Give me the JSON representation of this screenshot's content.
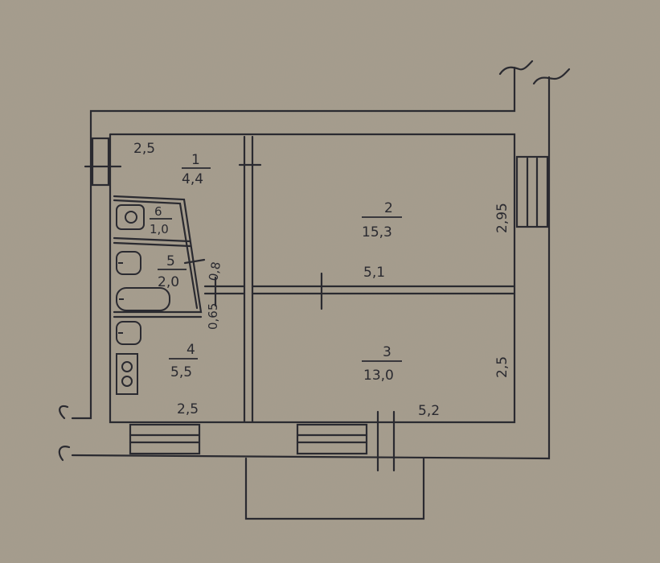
{
  "colors": {
    "paper": "#a59c8d",
    "ink": "#2a2a30"
  },
  "rooms": [
    {
      "number": "1",
      "area": "4,4"
    },
    {
      "number": "2",
      "area": "15,3"
    },
    {
      "number": "3",
      "area": "13,0"
    },
    {
      "number": "4",
      "area": "5,5"
    },
    {
      "number": "5",
      "area": "2,0"
    },
    {
      "number": "6",
      "area": "1,0"
    }
  ],
  "dimensions": {
    "hall_width": "2,5",
    "room2_depth": "2,95",
    "room_length": "5,1",
    "corridor_width": "0,8",
    "corridor_depth": "0,65",
    "room3_depth": "2,5",
    "kitchen_width": "2,5",
    "room3_length": "5,2"
  }
}
